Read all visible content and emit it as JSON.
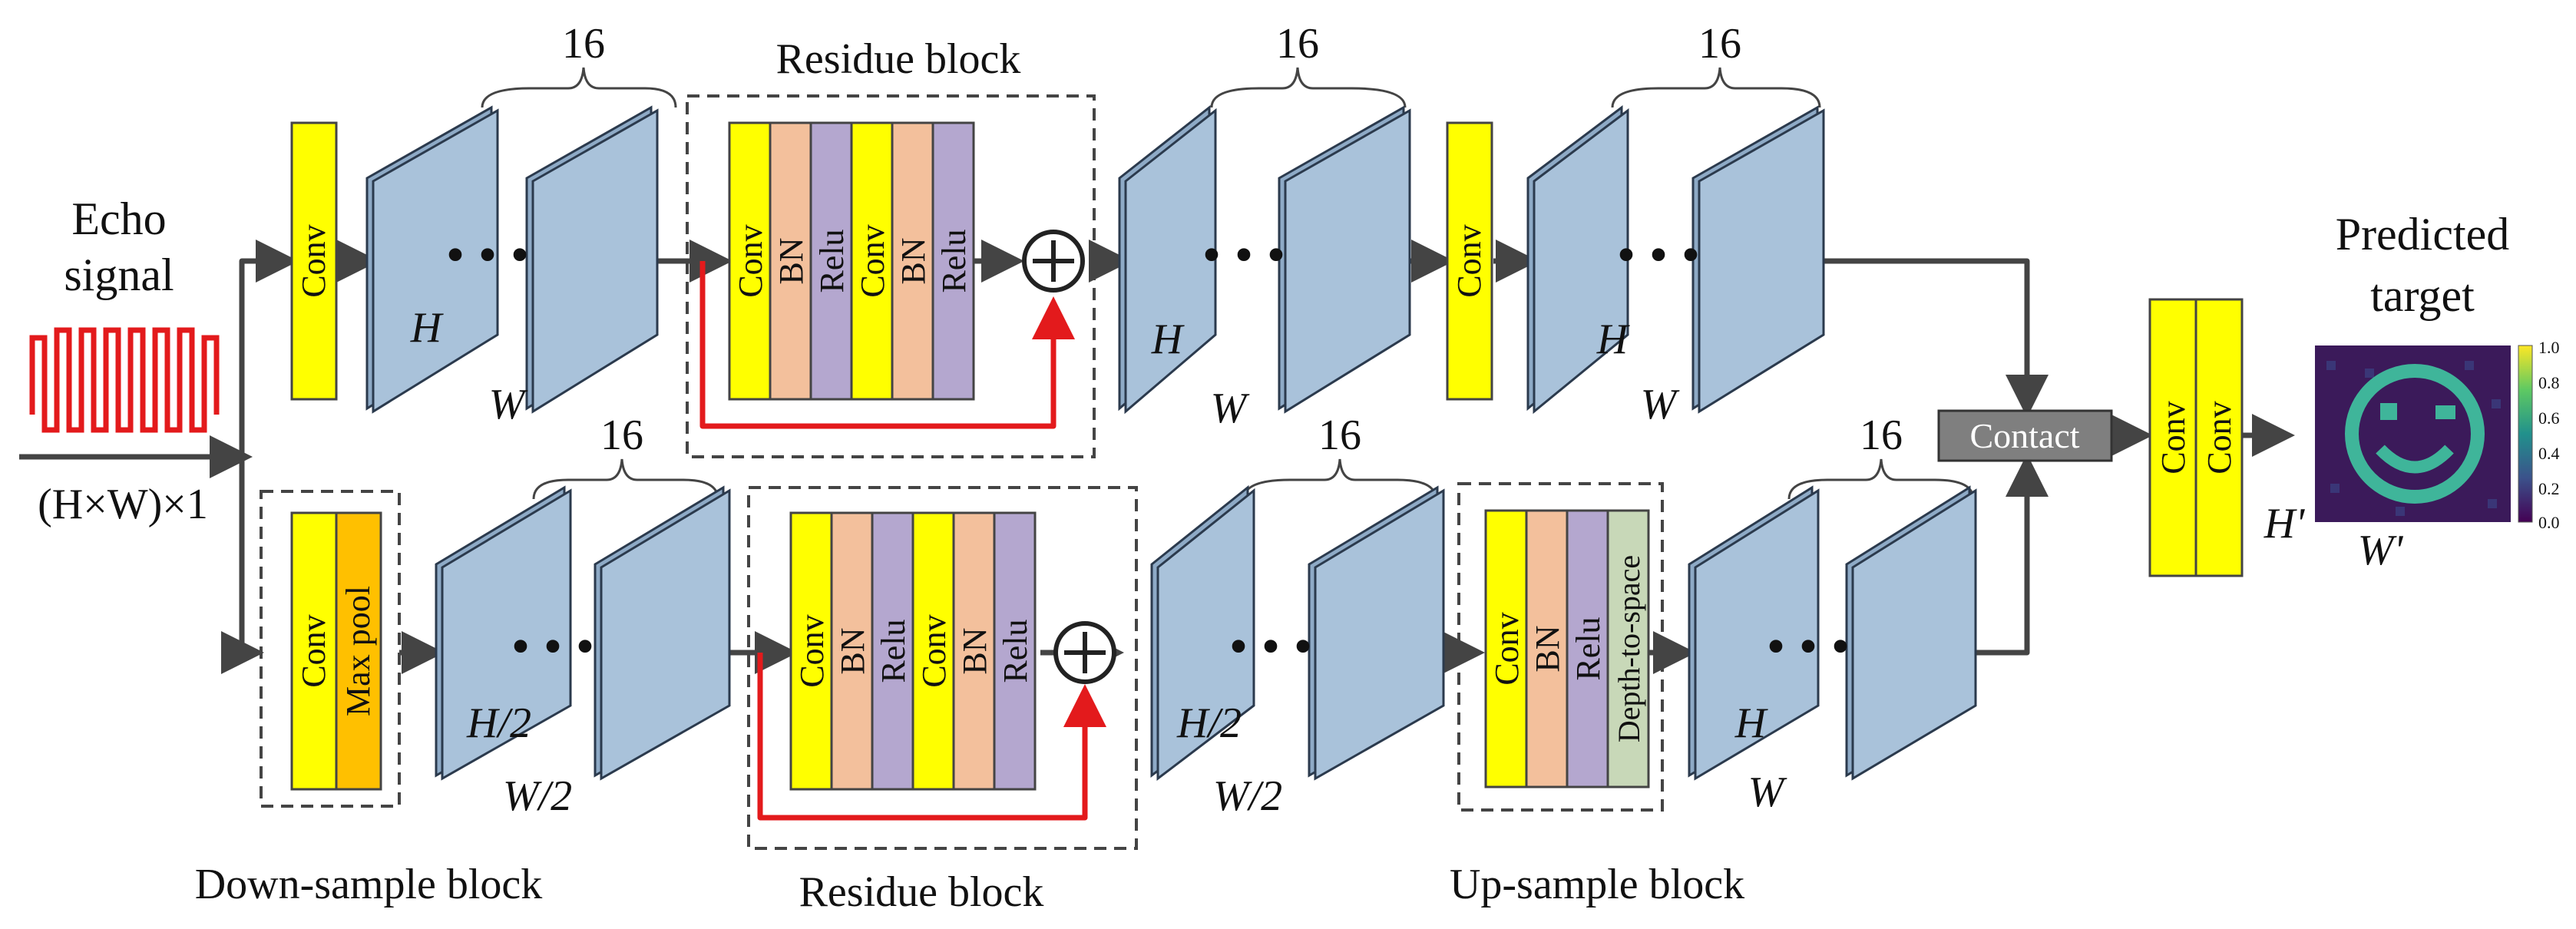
{
  "input": {
    "title_line1": "Echo",
    "title_line2": "signal",
    "size_label": "(H×W)×1"
  },
  "output": {
    "title_line1": "Predicted",
    "title_line2": "target",
    "height_label": "H'",
    "width_label": "W'",
    "colorbar_ticks": [
      "1.0",
      "0.8",
      "0.6",
      "0.4",
      "0.2",
      "0.0"
    ]
  },
  "feature_maps": {
    "channels": "16",
    "dots": "• • •",
    "top_dims": [
      {
        "h": "H",
        "w": "W"
      },
      {
        "h": "H",
        "w": "W"
      },
      {
        "h": "H",
        "w": "W"
      }
    ],
    "bottom_dims": [
      {
        "h": "H/2",
        "w": "W/2"
      },
      {
        "h": "H/2",
        "w": "W/2"
      },
      {
        "h": "H",
        "w": "W"
      }
    ]
  },
  "layers": {
    "conv": "Conv",
    "bn": "BN",
    "relu": "Relu",
    "max_pool": "Max pool",
    "depth_to_space": "Depth-to-space"
  },
  "blocks": {
    "residue_top": "Residue block",
    "residue_bottom": "Residue block",
    "down_sample": "Down-sample block",
    "up_sample": "Up-sample block",
    "contact": "Contact"
  },
  "colors": {
    "conv": "#ffff00",
    "bn": "#f3c09c",
    "relu": "#b4a7cf",
    "max_pool": "#ffc000",
    "depth_to_space": "#c8d8b8",
    "feature_map": "#a9c2da",
    "contact_box": "#7f7f7f",
    "skip_line": "#e31a1c",
    "heatmap_bg": "#3b1a5a",
    "heatmap_pattern": "#3fb59a"
  },
  "icons": {
    "adder": "circle-plus-icon",
    "signal": "sine-wave-icon"
  }
}
